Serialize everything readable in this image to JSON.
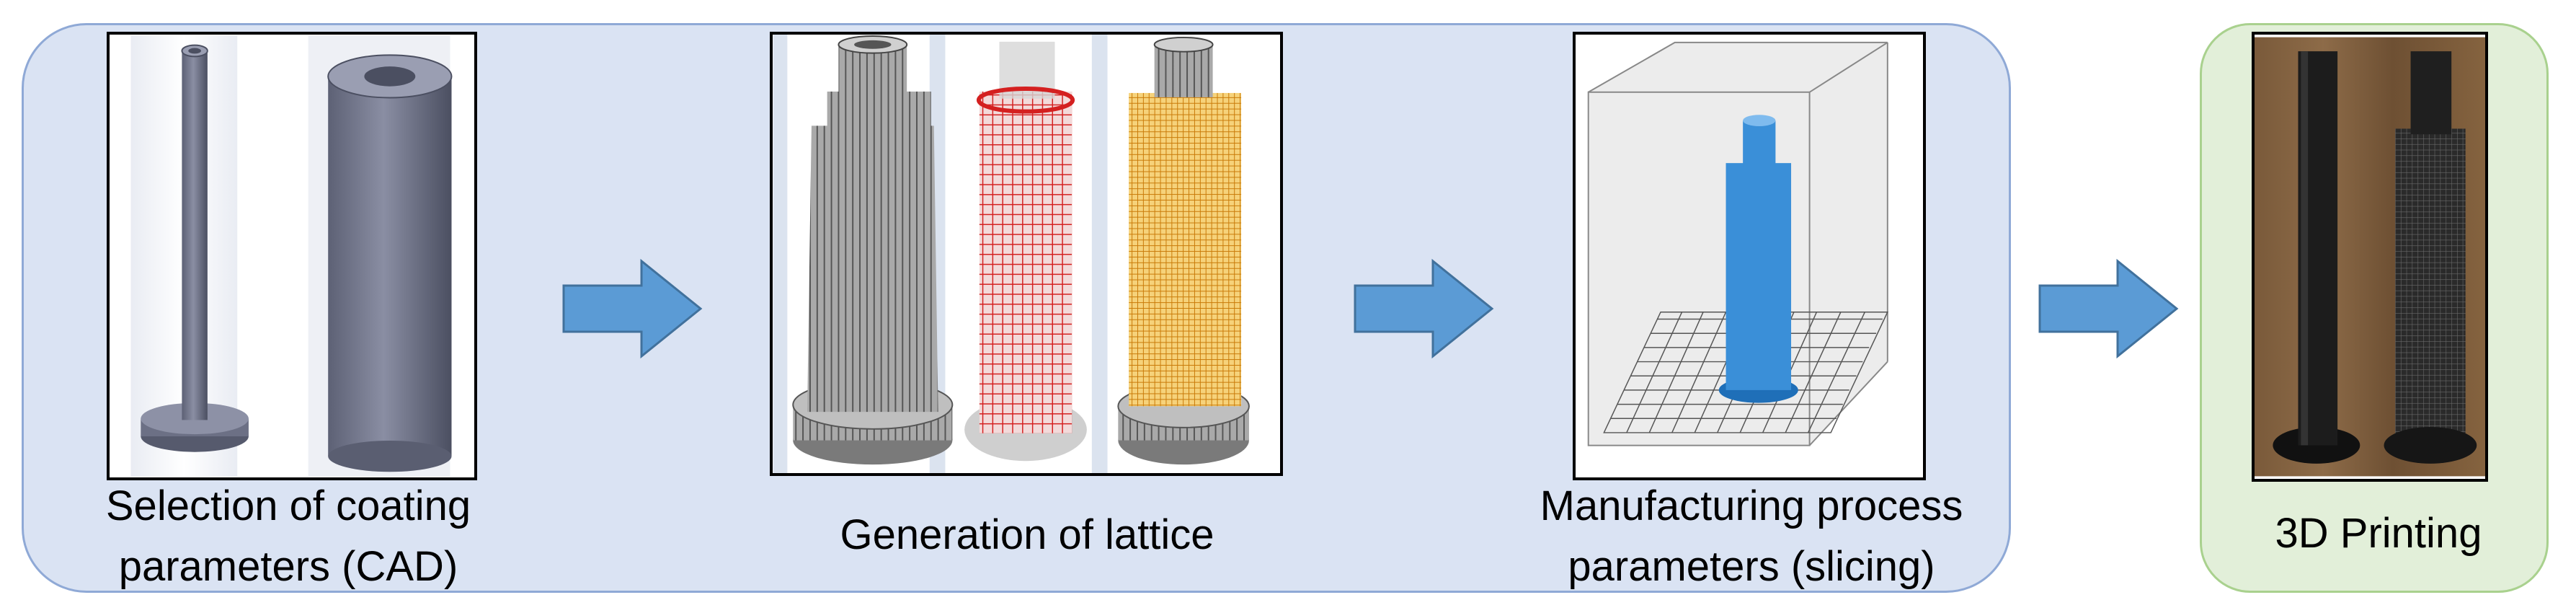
{
  "stages": [
    {
      "label_lines": [
        "Selection of coating",
        "parameters (CAD)"
      ],
      "image": "cad-cylinder-models"
    },
    {
      "label_lines": [
        "Generation of lattice"
      ],
      "image": "lattice-models"
    },
    {
      "label_lines": [
        "Manufacturing process",
        "parameters (slicing)"
      ],
      "image": "slicer-preview"
    },
    {
      "label_lines": [
        "3D Printing"
      ],
      "image": "printed-parts-photo"
    }
  ],
  "arrows": [
    "right-arrow",
    "right-arrow",
    "right-arrow"
  ],
  "colors": {
    "main_panel_fill": "#dae3f3",
    "main_panel_border": "#8fa9d6",
    "print_panel_fill": "#e2efd9",
    "print_panel_border": "#a9d18e",
    "arrow_fill": "#5b9bd5",
    "arrow_border": "#41719c",
    "slice_model": "#3a8fd8",
    "lattice_red": "#d42020",
    "lattice_orange": "#e69a1a"
  }
}
